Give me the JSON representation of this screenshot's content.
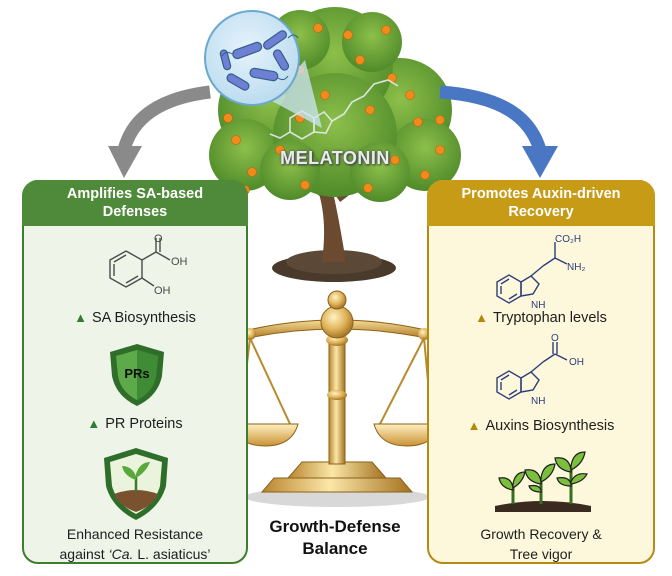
{
  "center": {
    "compound": "MELATONIN",
    "balance_line1": "Growth-Defense",
    "balance_line2": "Balance"
  },
  "left_panel": {
    "heading_line1": "Amplifies SA-based",
    "heading_line2": "Defenses",
    "sa_structure": {
      "cooh": "OH",
      "oh": "OH",
      "carbonyl": "O"
    },
    "item1": "SA Biosynthesis",
    "shield_label": "PRs",
    "item2": "PR Proteins",
    "resistance_line1": "Enhanced Resistance",
    "resistance_line2_prefix": "against ",
    "resistance_line2_italic": "‘Ca.",
    "resistance_line2_suffix": " L. asiaticus’"
  },
  "right_panel": {
    "heading_line1": "Promotes Auxin-driven",
    "heading_line2": "Recovery",
    "tryptophan_structure": {
      "acid": "CO₂H",
      "amine": "NH₂",
      "nh": "NH"
    },
    "item1": "Tryptophan levels",
    "iaa_structure": {
      "carbonyl": "O",
      "oh": "OH",
      "nh": "NH"
    },
    "item2": "Auxins Biosynthesis",
    "recovery_line1": "Growth Recovery &",
    "recovery_line2": "Tree vigor"
  },
  "colors": {
    "defense_green": "#4f8a3a",
    "recovery_gold": "#c79b16",
    "left_arrow": "#8a8a8a",
    "right_arrow": "#4a77c4"
  },
  "icons": [
    "bacteria-icon",
    "tree-icon",
    "scale-icon",
    "shield-icon",
    "seedling-shield-icon",
    "seedlings-icon"
  ]
}
